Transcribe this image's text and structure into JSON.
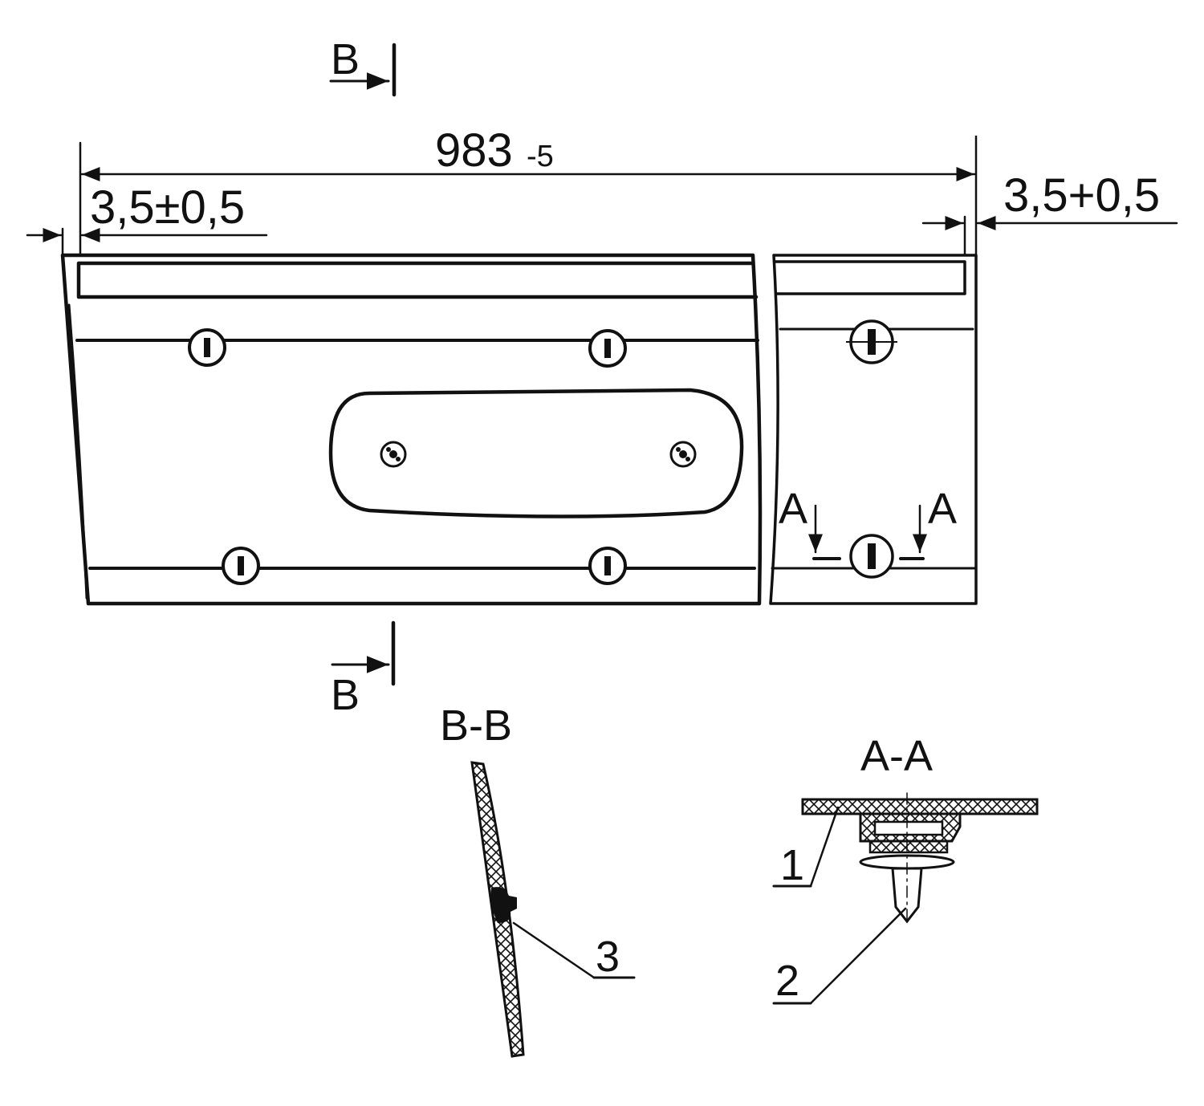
{
  "dimensions": {
    "overall_length": "983",
    "overall_tolerance": "-5",
    "left_offset": "3,5±0,5",
    "right_offset": "3,5+0,5"
  },
  "section_marks": {
    "b_top": "B",
    "b_bottom": "B",
    "a_left": "A",
    "a_right": "A"
  },
  "section_titles": {
    "b_b": "B-B",
    "a_a": "A-A"
  },
  "callouts": {
    "item_1": "1",
    "item_2": "2",
    "item_3": "3"
  }
}
